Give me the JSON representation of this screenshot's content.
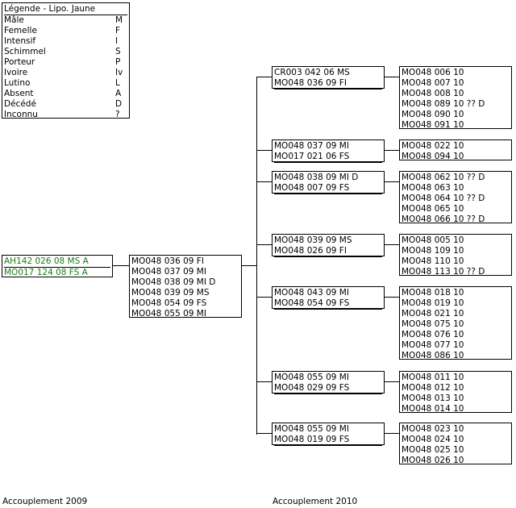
{
  "legend": {
    "title": "Légende - Lipo. Jaune",
    "items": [
      {
        "label": "Mâle",
        "code": "M"
      },
      {
        "label": "Femelle",
        "code": "F"
      },
      {
        "label": "Intensif",
        "code": "I"
      },
      {
        "label": "Schimmel",
        "code": "S"
      },
      {
        "label": "Porteur",
        "code": "P"
      },
      {
        "label": "Ivoire",
        "code": "Iv"
      },
      {
        "label": "Lutino",
        "code": "L"
      },
      {
        "label": "Absent",
        "code": "A"
      },
      {
        "label": "Décédé",
        "code": "D"
      },
      {
        "label": "Inconnu",
        "code": "?"
      }
    ]
  },
  "root": {
    "lines": [
      "AH142 026 08 MS A",
      "MO017 124 08 FS A"
    ]
  },
  "gen2009": {
    "lines": [
      "MO048 036 09 FI",
      "MO048 037 09 MI",
      "MO048 038 09 MI D",
      "MO048 039 09 MS",
      "MO048 054 09 FS",
      "MO048 055 09 MI"
    ]
  },
  "pairs": [
    {
      "parents": [
        "CR003 042 06 MS",
        "MO048 036 09 FI"
      ],
      "offspring": [
        "MO048 006 10",
        "MO048 007 10",
        "MO048 008 10",
        "MO048 089 10 ?? D",
        "MO048 090 10",
        "MO048 091 10"
      ]
    },
    {
      "parents": [
        "MO048 037 09 MI",
        "MO017 021 06 FS"
      ],
      "offspring": [
        "MO048 022 10",
        "MO048 094 10"
      ]
    },
    {
      "parents": [
        "MO048 038 09 MI D",
        "MO048 007 09 FS"
      ],
      "offspring": [
        "MO048 062 10 ?? D",
        "MO048 063 10",
        "MO048 064 10 ?? D",
        "MO048 065 10",
        "MO048 066 10 ?? D"
      ]
    },
    {
      "parents": [
        "MO048 039 09 MS",
        "MO048 026 09 FI"
      ],
      "offspring": [
        "MO048 005 10",
        "MO048 109 10",
        "MO048 110 10",
        "MO048 113 10 ?? D"
      ]
    },
    {
      "parents": [
        "MO048 043 09 MI",
        "MO048 054 09 FS"
      ],
      "offspring": [
        "MO048 018 10",
        "MO048 019 10",
        "MO048 021 10",
        "MO048 075 10",
        "MO048 076 10",
        "MO048 077 10",
        "MO048 086 10"
      ]
    },
    {
      "parents": [
        "MO048 055 09 MI",
        "MO048 029 09 FS"
      ],
      "offspring": [
        "MO048 011 10",
        "MO048 012 10",
        "MO048 013 10",
        "MO048 014 10"
      ]
    },
    {
      "parents": [
        "MO048 055 09 MI",
        "MO048 019 09 FS"
      ],
      "offspring": [
        "MO048 023 10",
        "MO048 024 10",
        "MO048 025 10",
        "MO048 026 10"
      ]
    }
  ],
  "footer": {
    "left": "Accouplement 2009",
    "right": "Accouplement 2010"
  }
}
